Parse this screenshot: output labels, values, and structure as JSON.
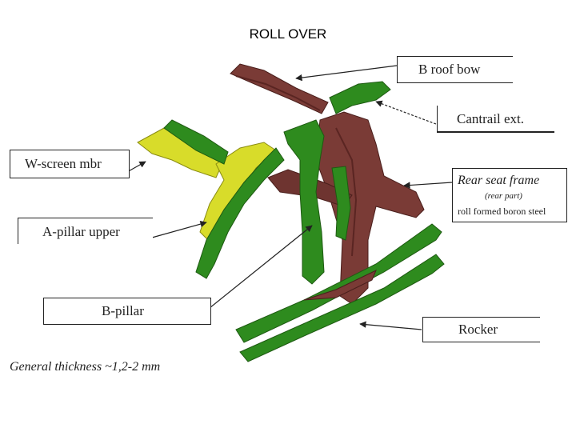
{
  "title": "ROLL OVER",
  "labels": {
    "b_roof_bow": "B roof bow",
    "cantrail_ext": "Cantrail ext.",
    "w_screen_mbr": "W-screen mbr",
    "rear_seat_frame": "Rear seat frame",
    "rear_part": "(rear part)",
    "roll_formed": "roll formed boron steel",
    "a_pillar_upper": "A-pillar upper",
    "b_pillar": "B-pillar",
    "rocker": "Rocker"
  },
  "note": "General thickness ~1,2-2 mm",
  "colors": {
    "green": "#2e8b1e",
    "dark_green": "#1e6b12",
    "yellow": "#d8dc2a",
    "maroon": "#7a3b36",
    "dark_maroon": "#5a2522"
  }
}
